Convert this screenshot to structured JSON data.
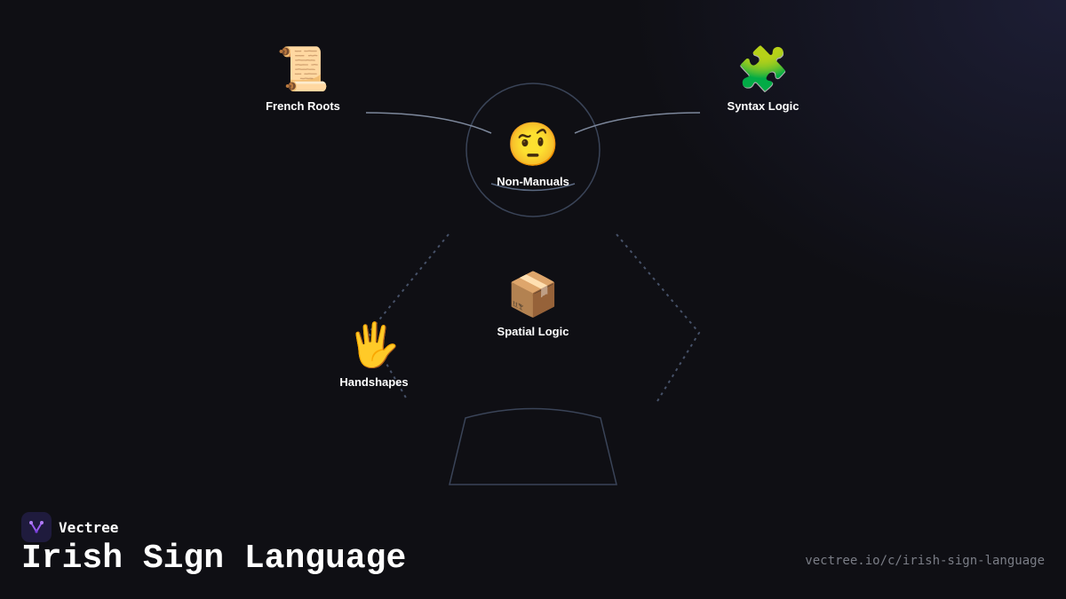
{
  "diagram": {
    "nodes": {
      "french_roots": {
        "emoji": "📜",
        "label": "French Roots"
      },
      "syntax_logic": {
        "emoji": "🧩",
        "label": "Syntax Logic"
      },
      "non_manuals": {
        "emoji": "🤨",
        "label": "Non-Manuals"
      },
      "spatial_logic": {
        "emoji": "📦",
        "label": "Spatial Logic"
      },
      "handshapes": {
        "emoji": "🖐️",
        "label": "Handshapes"
      }
    },
    "line_color": "#5c6a82",
    "dash_color": "#3f4a5e"
  },
  "footer": {
    "brand_name": "Vectree",
    "title": "Irish Sign Language",
    "url": "vectree.io/c/irish-sign-language"
  },
  "colors": {
    "background": "#0f0f14",
    "logo_accent": "#9b5cf0"
  }
}
